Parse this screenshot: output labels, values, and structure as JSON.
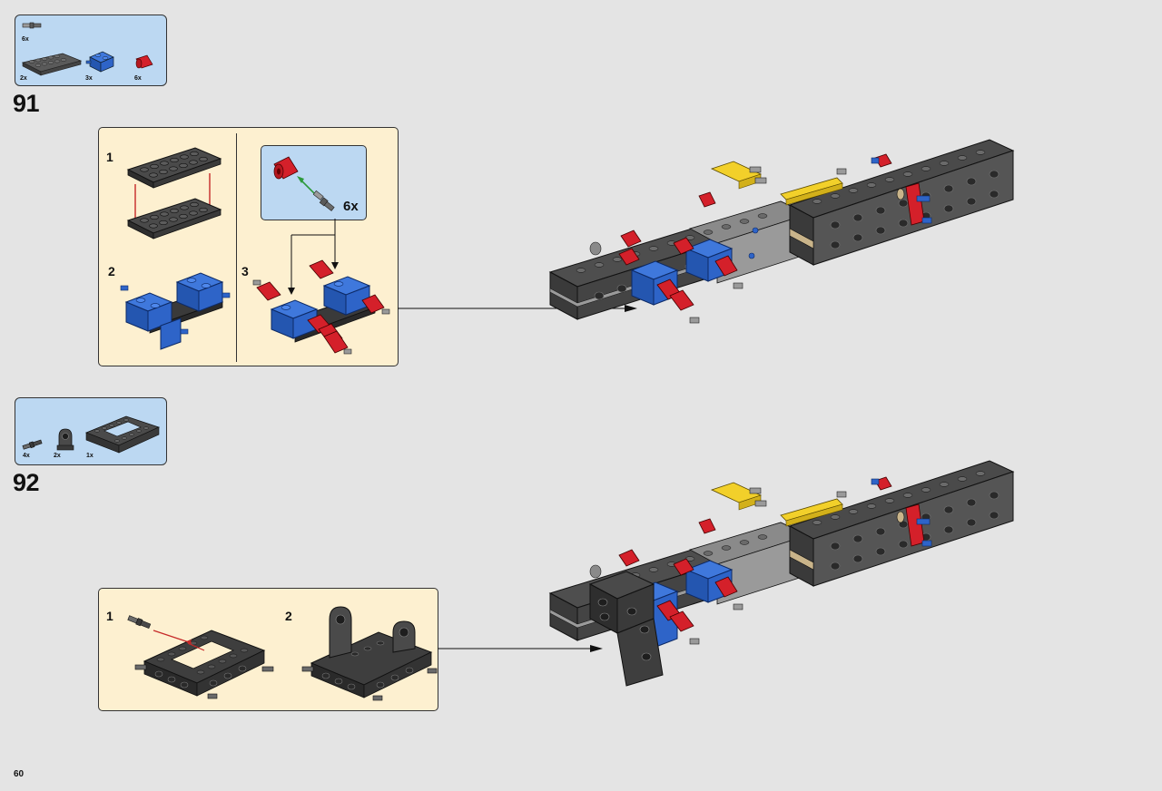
{
  "page_number": "60",
  "colors": {
    "background": "#e4e4e4",
    "parts_box": "#bcd8f2",
    "sub_box": "#fdf0d0",
    "dark_grey": "#4a4a4a",
    "light_grey": "#9a9a9a",
    "blue": "#2e64c8",
    "red": "#d4202a",
    "yellow": "#f2d02a",
    "tan": "#c9b48a"
  },
  "steps": [
    {
      "number": "91",
      "parts": [
        {
          "name": "axle-pin-grey",
          "qty": "6x"
        },
        {
          "name": "plate-2x6-dark-grey",
          "qty": "2x"
        },
        {
          "name": "brick-blue",
          "qty": "3x"
        },
        {
          "name": "bush-red",
          "qty": "6x"
        }
      ],
      "sub_steps": [
        {
          "number": "1"
        },
        {
          "number": "2"
        },
        {
          "number": "3"
        }
      ],
      "callout_qty": "6x"
    },
    {
      "number": "92",
      "parts": [
        {
          "name": "axle-pin-dark",
          "qty": "4x"
        },
        {
          "name": "bearing-element",
          "qty": "2x"
        },
        {
          "name": "frame-4x6-dark-grey",
          "qty": "1x"
        }
      ],
      "sub_steps": [
        {
          "number": "1"
        },
        {
          "number": "2"
        }
      ]
    }
  ]
}
